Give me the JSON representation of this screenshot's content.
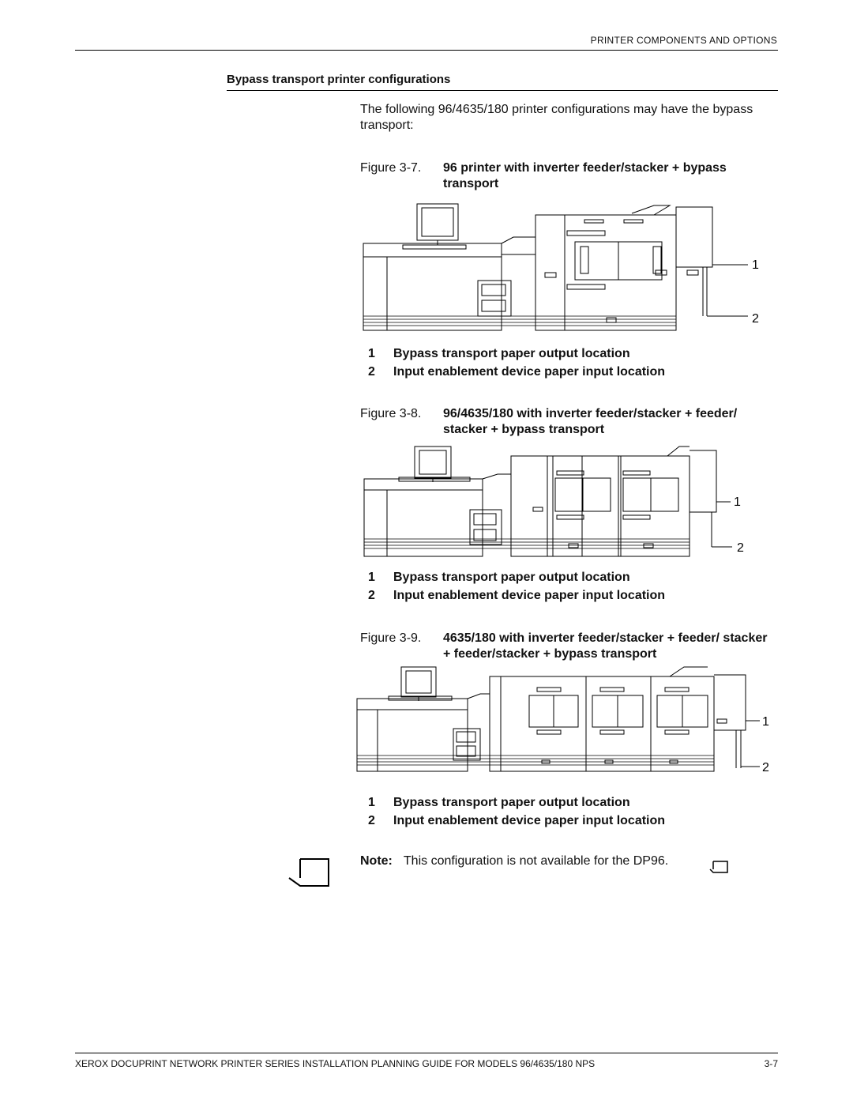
{
  "header": {
    "running_title": "PRINTER COMPONENTS AND OPTIONS"
  },
  "section": {
    "title": "Bypass transport printer configurations"
  },
  "intro": "The following 96/4635/180 printer configurations may have the bypass transport:",
  "figures": [
    {
      "number": "Figure 3-7.",
      "title": "96 printer with inverter feeder/stacker + bypass transport",
      "callouts": [
        "1",
        "2"
      ],
      "legend": [
        {
          "n": "1",
          "text": "Bypass transport paper output location"
        },
        {
          "n": "2",
          "text": "Input enablement device paper input location"
        }
      ]
    },
    {
      "number": "Figure 3-8.",
      "title": "96/4635/180 with inverter feeder/stacker + feeder/ stacker + bypass transport",
      "callouts": [
        "1",
        "2"
      ],
      "legend": [
        {
          "n": "1",
          "text": "Bypass transport paper output location"
        },
        {
          "n": "2",
          "text": "Input enablement device paper input location"
        }
      ]
    },
    {
      "number": "Figure 3-9.",
      "title": "4635/180 with inverter feeder/stacker + feeder/ stacker + feeder/stacker + bypass transport",
      "callouts": [
        "1",
        "2"
      ],
      "legend": [
        {
          "n": "1",
          "text": "Bypass transport paper output location"
        },
        {
          "n": "2",
          "text": "Input enablement device paper input location"
        }
      ]
    }
  ],
  "note": {
    "label": "Note:",
    "text": "This configuration is not available for the DP96."
  },
  "footer": {
    "text": "XEROX DOCUPRINT NETWORK PRINTER SERIES INSTALLATION PLANNING GUIDE FOR MODELS 96/4635/180 NPS",
    "page": "3-7"
  }
}
